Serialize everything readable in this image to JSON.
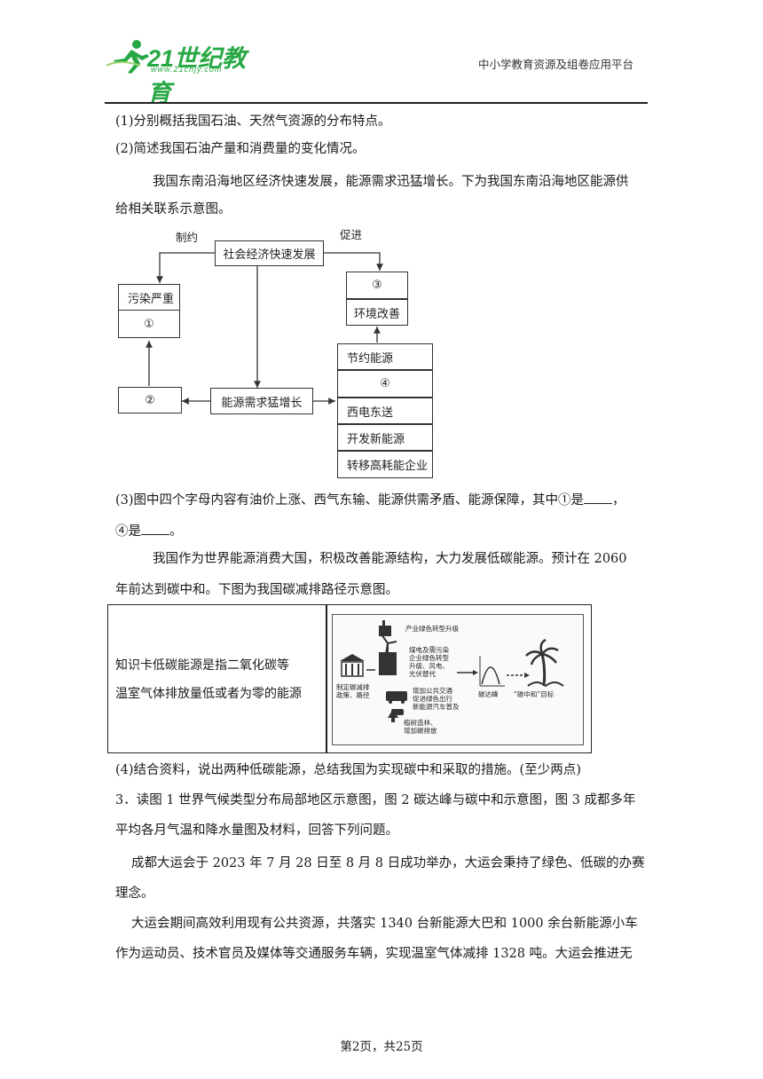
{
  "header": {
    "logo_text": "21世纪教育",
    "logo_url": "www.21cnjy.com",
    "right_text": "中小学教育资源及组卷应用平台"
  },
  "questions": {
    "q1": "(1)分别概括我国石油、天然气资源的分布特点。",
    "q2": "(2)简述我国石油产量和消费量的变化情况。",
    "intro_line1": "我国东南沿海地区经济快速发展，能源需求迅猛增长。下为我国东南沿海地区能源供",
    "intro_line2": "给相关联系示意图。",
    "q3_line1_pre": "(3)图中四个字母内容有油价上涨、西气东输、能源供需矛盾、能源保障，其中①是",
    "q3_line1_post": "，",
    "q3_line2_pre": "④是",
    "q3_line2_post": "。",
    "para2_line1": "我国作为世界能源消费大国，积极改善能源结构，大力发展低碳能源。预计在 2060",
    "para2_line2": "年前达到碳中和。下图为我国碳减排路径示意图。",
    "q4": "(4)结合资料，说出两种低碳能源，总结我国为实现碳中和采取的措施。(至少两点)",
    "q_3_line1": "3．读图 1 世界气候类型分布局部地区示意图，图 2 碳达峰与碳中和示意图，图 3 成都多年",
    "q_3_line2": "平均各月气温和降水量图及材料，回答下列问题。",
    "m1_line1": "成都大运会于 2023 年 7 月 28 日至 8 月 8 日成功举办，大运会秉持了绿色、低碳的办赛",
    "m1_line2": "理念。",
    "m2_line1": "大运会期间高效利用现有公共资源，共落实 1340 台新能源大巴和 1000 余台新能源小车",
    "m2_line2": "作为运动员、技术官员及媒体等交通服务车辆，实现温室气体减排 1328 吨。大运会推进无"
  },
  "diagram": {
    "label_zhiyue": "制约",
    "label_cujin": "促进",
    "box_center": "社会经济快速发展",
    "box_pollution": "污染严重",
    "box_1": "①",
    "box_2": "②",
    "box_3": "③",
    "box_4": "④",
    "box_env": "环境改善",
    "box_demand": "能源需求猛增长",
    "box_save": "节约能源",
    "box_west": "西电东送",
    "box_new": "开发新能源",
    "box_transfer": "转移高耗能企业"
  },
  "table": {
    "left_line1": "知识卡低碳能源是指二氧化碳等",
    "left_line2": "温室气体排放量低或者为零的能源",
    "fig_top": "产业绿色转型升级",
    "fig_energy_1": "煤电及需污染",
    "fig_energy_2": "企业绿色转型",
    "fig_energy_3": "升级、风电、",
    "fig_energy_4": "光伏替代",
    "fig_policy_1": "制定碳减排",
    "fig_policy_2": "政策、路径",
    "fig_transport_1": "增加公共交通",
    "fig_transport_2": "促进绿色出行",
    "fig_transport_3": "新能源汽车普及",
    "fig_plant_1": "植树造林、",
    "fig_plant_2": "增加碳排放",
    "fig_peak": "碳达峰",
    "fig_neutral": "“碳中和”目标"
  },
  "footer": "第2页，共25页"
}
